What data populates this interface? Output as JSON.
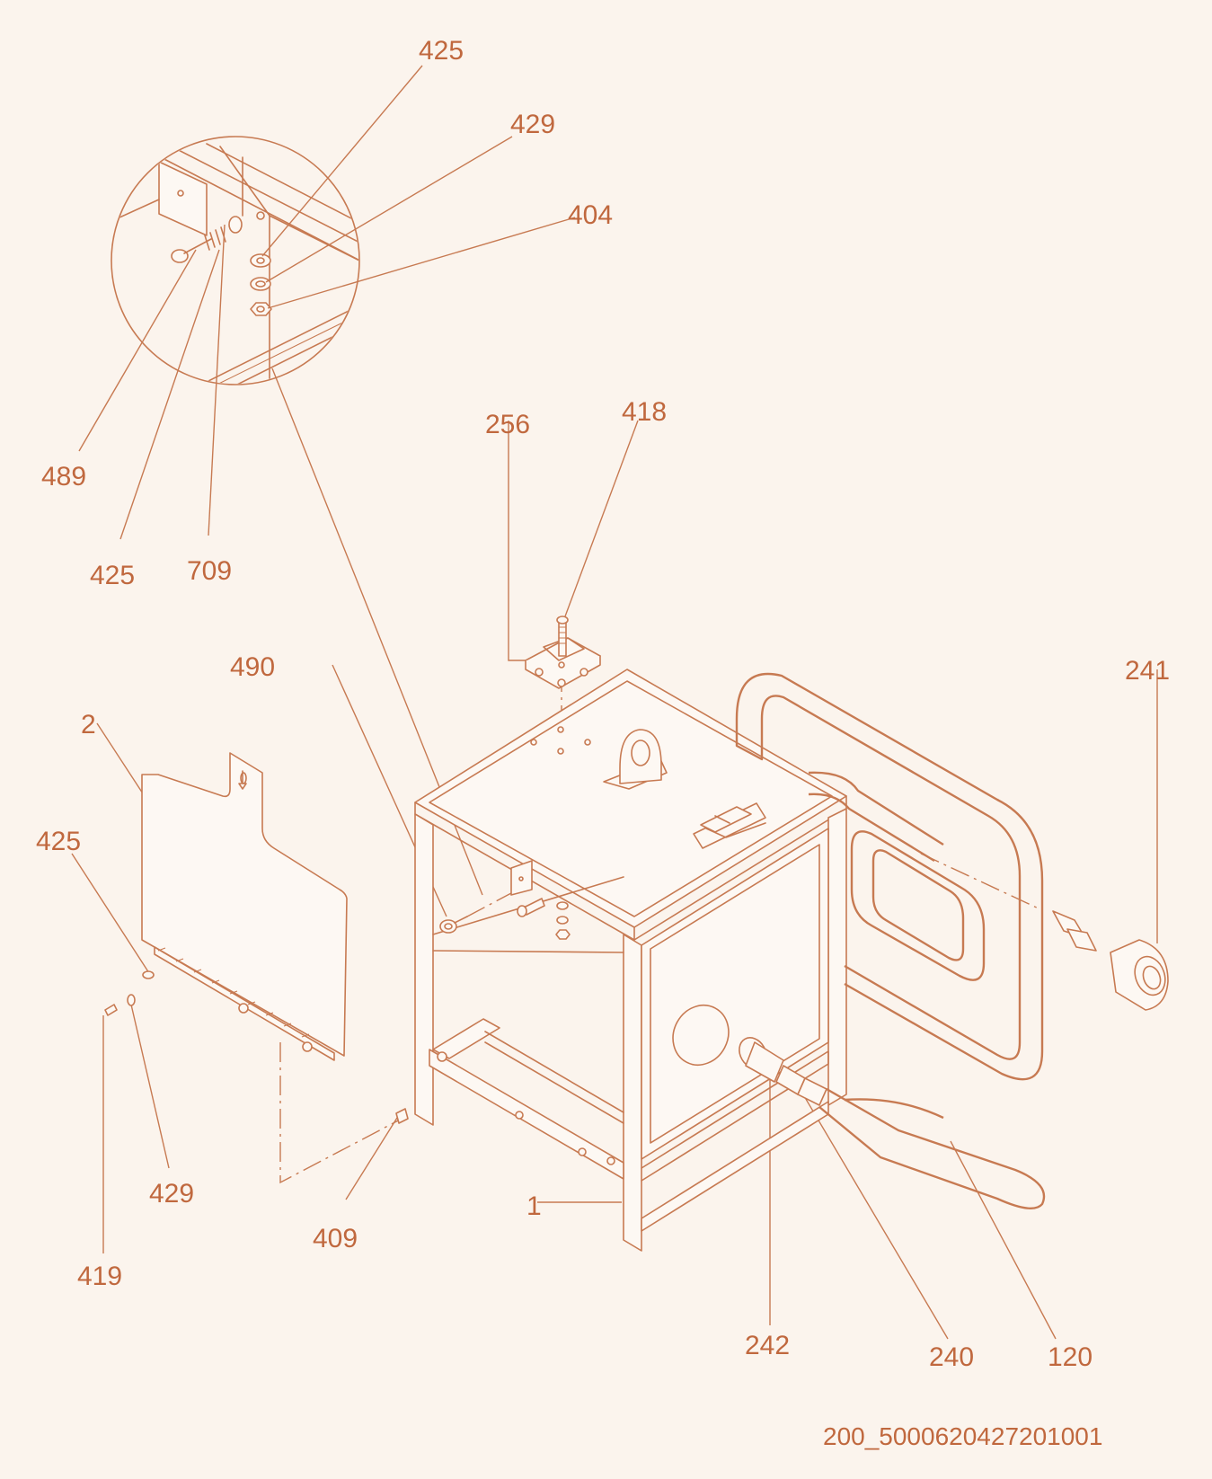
{
  "diagram": {
    "callouts": [
      {
        "id": "c425a",
        "text": "425"
      },
      {
        "id": "c429a",
        "text": "429"
      },
      {
        "id": "c404",
        "text": "404"
      },
      {
        "id": "c489",
        "text": "489"
      },
      {
        "id": "c425b",
        "text": "425"
      },
      {
        "id": "c709",
        "text": "709"
      },
      {
        "id": "c256",
        "text": "256"
      },
      {
        "id": "c418",
        "text": "418"
      },
      {
        "id": "c490",
        "text": "490"
      },
      {
        "id": "c241",
        "text": "241"
      },
      {
        "id": "c2",
        "text": "2"
      },
      {
        "id": "c425c",
        "text": "425"
      },
      {
        "id": "c429b",
        "text": "429"
      },
      {
        "id": "c419",
        "text": "419"
      },
      {
        "id": "c409",
        "text": "409"
      },
      {
        "id": "c1",
        "text": "1"
      },
      {
        "id": "c242",
        "text": "242"
      },
      {
        "id": "c240",
        "text": "240"
      },
      {
        "id": "c120",
        "text": "120"
      }
    ],
    "document_id": "200_5000620427201001"
  },
  "colors": {
    "line": "#c77a52",
    "label": "#c0683e",
    "background": "#fbf4ed"
  }
}
